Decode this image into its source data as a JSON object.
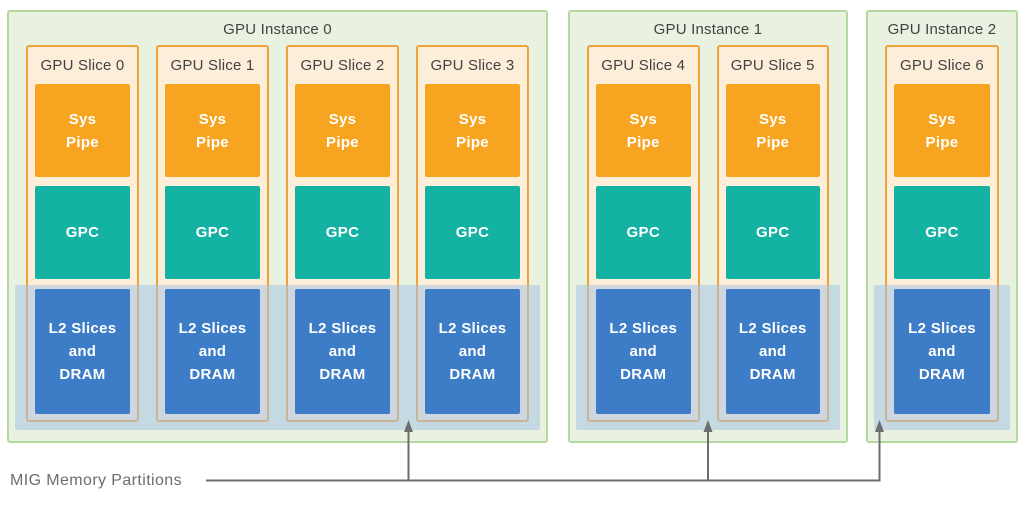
{
  "title": "MIG GPU instance diagram",
  "colors": {
    "instance-border": "#b5d8a0",
    "instance-bg": "#e9f2e1",
    "slice-border": "#efa239",
    "slice-bg": "#fdeeda",
    "sys-pipe": "#f7a521",
    "gpc": "#14b2a2",
    "l2": "#3d7cc6",
    "band": "rgba(168,196,230,0.55)",
    "text-dark": "#424242",
    "block-text": "#ffffff",
    "annotation": "#6d6d6d"
  },
  "block_labels": {
    "sys_pipe": "Sys\nPipe",
    "gpc": "GPC",
    "l2": "L2 Slices\nand\nDRAM"
  },
  "instances": [
    {
      "label": "GPU Instance 0",
      "slices": [
        {
          "label": "GPU Slice 0"
        },
        {
          "label": "GPU Slice 1"
        },
        {
          "label": "GPU Slice 2"
        },
        {
          "label": "GPU Slice 3"
        }
      ]
    },
    {
      "label": "GPU Instance 1",
      "slices": [
        {
          "label": "GPU Slice 4"
        },
        {
          "label": "GPU Slice 5"
        }
      ]
    },
    {
      "label": "GPU Instance 2",
      "slices": [
        {
          "label": "GPU Slice 6"
        }
      ]
    }
  ],
  "annotation": {
    "label": "MIG Memory Partitions"
  }
}
